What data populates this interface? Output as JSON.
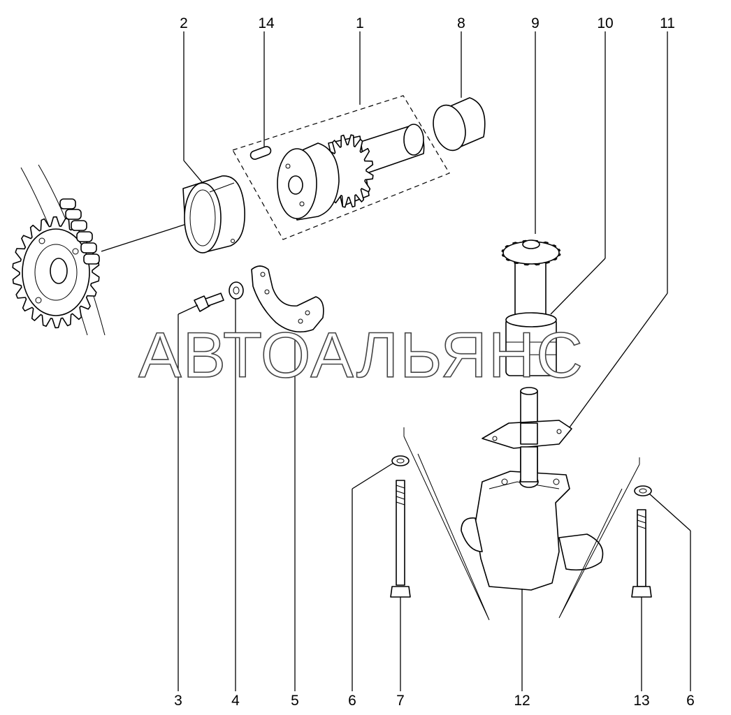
{
  "watermark": "АВТОАЛЬЯНС",
  "callouts": {
    "c2": "2",
    "c14": "14",
    "c1": "1",
    "c8": "8",
    "c9": "9",
    "c10": "10",
    "c11": "11",
    "c3": "3",
    "c4": "4",
    "c5": "5",
    "c6a": "6",
    "c7": "7",
    "c12": "12",
    "c13": "13",
    "c6b": "6"
  }
}
